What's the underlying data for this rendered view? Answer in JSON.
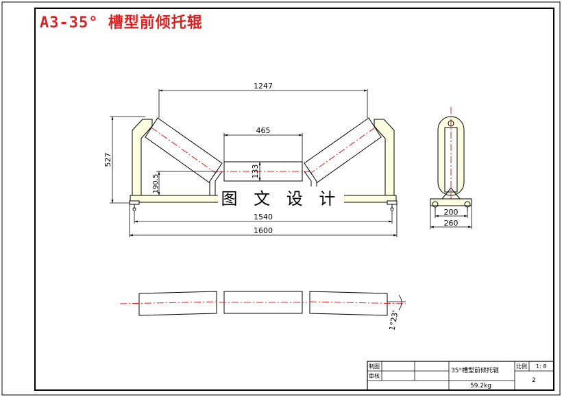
{
  "drawing": {
    "title": "A3-35° 槽型前倾托辊",
    "watermark": "图 文 设 计",
    "front_view_dims": {
      "top_width": "1247",
      "center_roller_width": "465",
      "total_height": "527",
      "roller_diameter": "133",
      "base_height": "190.5",
      "mount_span": "1540",
      "overall_length": "1600"
    },
    "side_view_dims": {
      "inner_width": "200",
      "outer_width": "260"
    },
    "plan_view_dims": {
      "tilt_angle": "1°23'"
    }
  },
  "title_block": {
    "label_drawn": "制图",
    "label_checked": "审核",
    "part_name": "35°槽型前倾托辊",
    "weight": "59.2kg",
    "scale_label": "比例",
    "scale_value": "1: 8",
    "sheet_no": "2"
  },
  "colors": {
    "outline": "#000000",
    "centerline": "#e02020",
    "bracket_fill": "#fdfde0",
    "title": "#e02020"
  }
}
